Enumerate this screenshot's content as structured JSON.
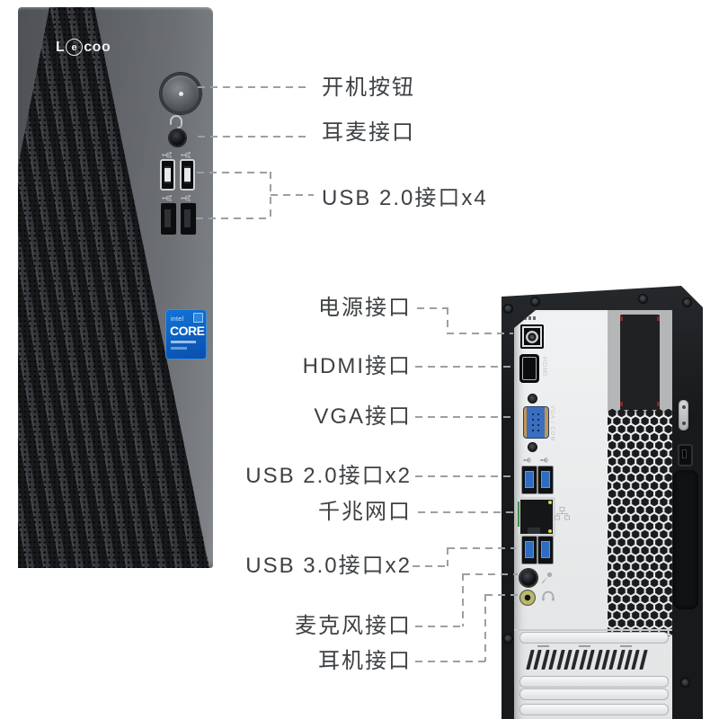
{
  "front": {
    "brand": "Lecoo",
    "brand_parts": {
      "first": "L",
      "circled": "e",
      "rest": "coo"
    },
    "cpu_badge": {
      "brand": "intel",
      "series": "CORE"
    },
    "callouts": [
      {
        "id": "power-button",
        "label": "开机按钮"
      },
      {
        "id": "headset-jack",
        "label": "耳麦接口"
      },
      {
        "id": "usb2-front",
        "label": "USB 2.0接口x4"
      }
    ]
  },
  "rear": {
    "port_markings": {
      "hdmi": "HDMI",
      "vga": "VGA / COM"
    },
    "callouts": [
      {
        "id": "power",
        "label": "电源接口"
      },
      {
        "id": "hdmi",
        "label": "HDMI接口"
      },
      {
        "id": "vga",
        "label": "VGA接口"
      },
      {
        "id": "usb2",
        "label": "USB 2.0接口x2"
      },
      {
        "id": "ethernet",
        "label": "千兆网口"
      },
      {
        "id": "usb3",
        "label": "USB 3.0接口x2"
      },
      {
        "id": "microphone",
        "label": "麦克风接口"
      },
      {
        "id": "headphone",
        "label": "耳机接口"
      }
    ]
  },
  "icons": {
    "headset": "headset-icon",
    "usb": "usb-icon",
    "network": "network-icon",
    "microphone": "microphone-icon",
    "headphone": "headphone-icon",
    "power": "power-button-icon"
  },
  "colors": {
    "label_text": "#3e4144",
    "callout_dash": "#9aa0a4",
    "usb_blue": "#2f6dc2",
    "vga_blue": "#3a6fc0",
    "badge_blue": "#0b5ec2",
    "headphone_jack": "#b9b96e",
    "front_body_gray": "#64676b",
    "rear_case_black": "#17191b"
  }
}
